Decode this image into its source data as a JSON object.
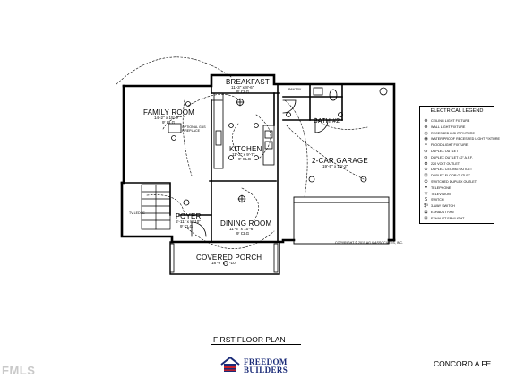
{
  "plan_title": "FIRST FLOOR PLAN",
  "elevation": "CONCORD A FE",
  "brand": {
    "line1": "FREEDOM",
    "line2": "BUILDERS",
    "colors": {
      "blue": "#1a2b78",
      "red": "#c8202a"
    }
  },
  "copyright": "COPYRIGHT © 2015 AG & ASSOCIATES, INC.",
  "watermark": "FMLS",
  "rooms": {
    "breakfast": {
      "name": "BREAKFAST",
      "dim": "11'-3\" x 8'-6\"",
      "clg": "9' CLG"
    },
    "family": {
      "name": "FAMILY ROOM",
      "dim": "14'-2\" x 15'-0\"",
      "clg": "9' CLG"
    },
    "kitchen": {
      "name": "KITCHEN",
      "dim": "11'-3\" x 9'-7\"",
      "clg": "9' CLG"
    },
    "garage": {
      "name": "2-CAR GARAGE",
      "dim": "19'-5\" x 19'-2\""
    },
    "foyer": {
      "name": "FOYER",
      "dim": "5'-11\" x 8'-10\"",
      "clg": "9' CLG"
    },
    "dining": {
      "name": "DINING ROOM",
      "dim": "11'-3\" x 10'-6\"",
      "clg": "9' CLG"
    },
    "porch": {
      "name": "COVERED PORCH",
      "dim": "18'-9\" x 4'-10\""
    },
    "bath": {
      "name": "BATH #2"
    },
    "pantry": {
      "name": "PANTRY"
    }
  },
  "notes": {
    "family_note": "OPTIONAL GAS FIREPLACE",
    "stair_note": "TV LEDGE"
  },
  "legend": {
    "title": "ELECTRICAL LEGEND",
    "items": [
      {
        "icon": "ceiling-light-icon",
        "glyph": "⊕",
        "label": "CEILING LIGHT FIXTURE"
      },
      {
        "icon": "wall-light-icon",
        "glyph": "⊖",
        "label": "WALL LIGHT FIXTURE"
      },
      {
        "icon": "recessed-light-icon",
        "glyph": "◎",
        "label": "RECESSED LIGHT FIXTURE"
      },
      {
        "icon": "waterproof-light-icon",
        "glyph": "◉",
        "label": "WATER PROOF RECESSED LIGHT FIXTURE"
      },
      {
        "icon": "flood-light-icon",
        "glyph": "✶",
        "label": "FLOOD LIGHT FIXTURE"
      },
      {
        "icon": "duplex-outlet-icon",
        "glyph": "⦶",
        "label": "DUPLEX OUTLET"
      },
      {
        "icon": "duplex-outlet-42-icon",
        "glyph": "⦶",
        "label": "DUPLEX OUTLET 42\" A.F.F."
      },
      {
        "icon": "220-volt-outlet-icon",
        "glyph": "⊗",
        "label": "220 VOLT OUTLET"
      },
      {
        "icon": "duplex-ceiling-outlet-icon",
        "glyph": "⊙",
        "label": "DUPLEX CEILING OUTLET"
      },
      {
        "icon": "duplex-floor-outlet-icon",
        "glyph": "⊡",
        "label": "DUPLEX FLOOR OUTLET"
      },
      {
        "icon": "switched-duplex-outlet-icon",
        "glyph": "⦷",
        "label": "SWITCHED DUPLEX OUTLET"
      },
      {
        "icon": "telephone-icon",
        "glyph": "▼",
        "label": "TELEPHONE"
      },
      {
        "icon": "television-icon",
        "glyph": "▽",
        "label": "TELEVISION"
      },
      {
        "icon": "switch-icon",
        "glyph": "$",
        "label": "SWITCH"
      },
      {
        "icon": "3-way-switch-icon",
        "glyph": "$³",
        "label": "3-WAY SWITCH"
      },
      {
        "icon": "exhaust-fan-icon",
        "glyph": "⊠",
        "label": "EXHAUST FAN"
      },
      {
        "icon": "exhaust-fan-light-icon",
        "glyph": "⊞",
        "label": "EXHAUST FAN/LIGHT"
      }
    ]
  }
}
